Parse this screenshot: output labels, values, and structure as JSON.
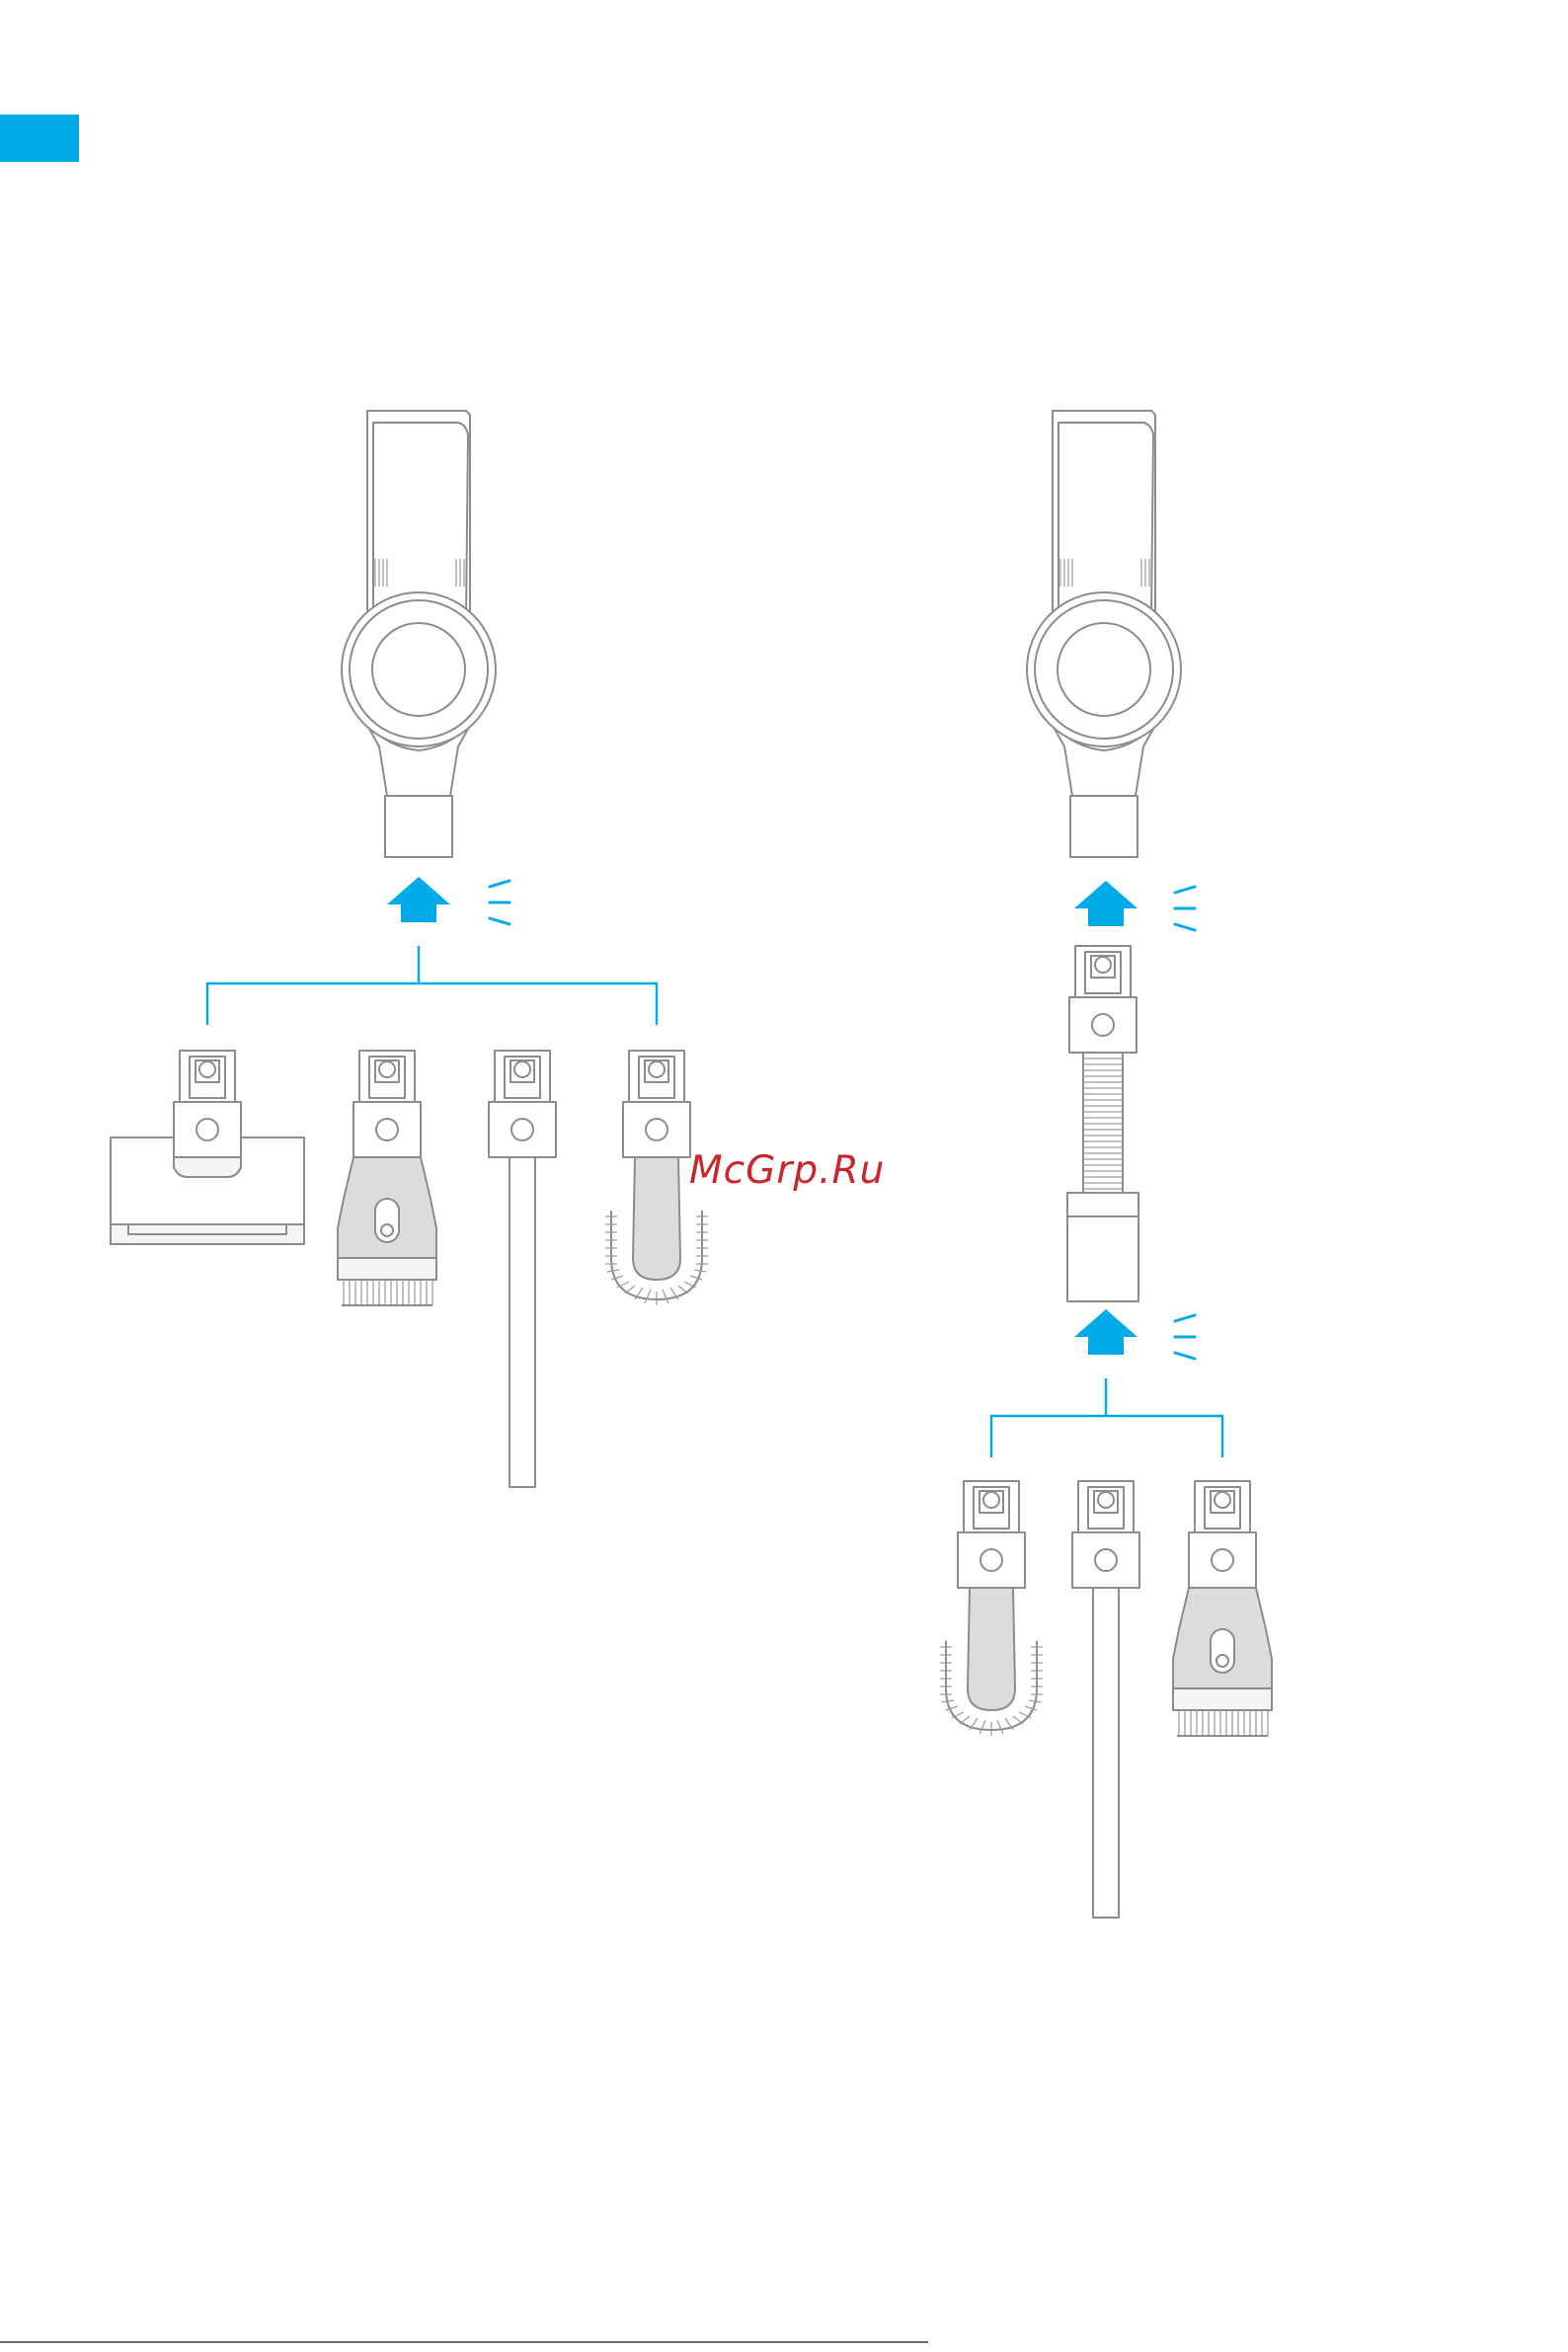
{
  "page": {
    "accent_color": "#00a9e8",
    "line_color": "#8c8c8c"
  },
  "watermark": {
    "text": "McGrp.Ru",
    "color": "#c8262b"
  },
  "diagram_left": {
    "parts": [
      "handheld-body",
      "turbo-brush",
      "2-in-1-brush",
      "crevice-tool",
      "soft-brush"
    ]
  },
  "diagram_right": {
    "parts": [
      "handheld-body",
      "extension-hose",
      "soft-brush",
      "crevice-tool",
      "2-in-1-brush"
    ]
  },
  "icons": [
    "arrow-up-icon",
    "click-sound-icon"
  ]
}
